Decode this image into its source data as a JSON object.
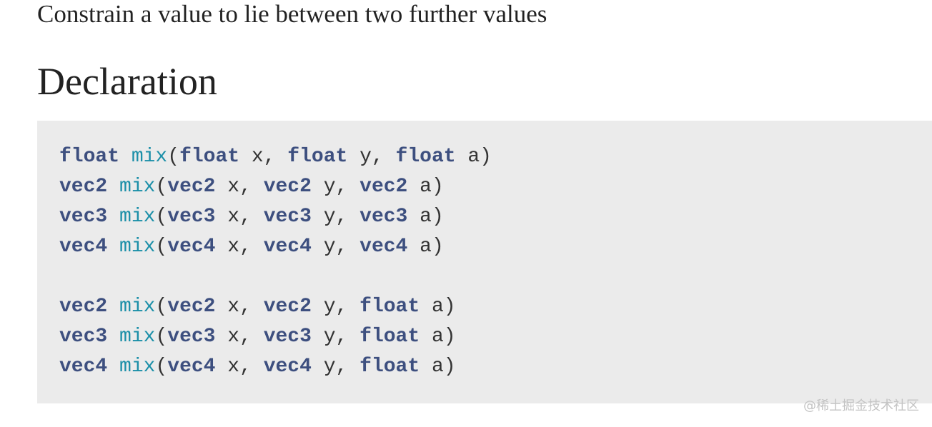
{
  "page": {
    "subtitle": "Constrain a value to lie between two further values",
    "heading": "Declaration",
    "watermark": "@稀土掘金技术社区"
  },
  "code": {
    "lines": [
      [
        [
          "kw",
          "float"
        ],
        [
          "plain",
          " "
        ],
        [
          "fn",
          "mix"
        ],
        [
          "plain",
          "("
        ],
        [
          "kw",
          "float"
        ],
        [
          "plain",
          " x, "
        ],
        [
          "kw",
          "float"
        ],
        [
          "plain",
          " y, "
        ],
        [
          "kw",
          "float"
        ],
        [
          "plain",
          " a)"
        ]
      ],
      [
        [
          "kw",
          "vec2"
        ],
        [
          "plain",
          " "
        ],
        [
          "fn",
          "mix"
        ],
        [
          "plain",
          "("
        ],
        [
          "kw",
          "vec2"
        ],
        [
          "plain",
          " x, "
        ],
        [
          "kw",
          "vec2"
        ],
        [
          "plain",
          " y, "
        ],
        [
          "kw",
          "vec2"
        ],
        [
          "plain",
          " a)"
        ]
      ],
      [
        [
          "kw",
          "vec3"
        ],
        [
          "plain",
          " "
        ],
        [
          "fn",
          "mix"
        ],
        [
          "plain",
          "("
        ],
        [
          "kw",
          "vec3"
        ],
        [
          "plain",
          " x, "
        ],
        [
          "kw",
          "vec3"
        ],
        [
          "plain",
          " y, "
        ],
        [
          "kw",
          "vec3"
        ],
        [
          "plain",
          " a)"
        ]
      ],
      [
        [
          "kw",
          "vec4"
        ],
        [
          "plain",
          " "
        ],
        [
          "fn",
          "mix"
        ],
        [
          "plain",
          "("
        ],
        [
          "kw",
          "vec4"
        ],
        [
          "plain",
          " x, "
        ],
        [
          "kw",
          "vec4"
        ],
        [
          "plain",
          " y, "
        ],
        [
          "kw",
          "vec4"
        ],
        [
          "plain",
          " a)"
        ]
      ],
      [],
      [
        [
          "kw",
          "vec2"
        ],
        [
          "plain",
          " "
        ],
        [
          "fn",
          "mix"
        ],
        [
          "plain",
          "("
        ],
        [
          "kw",
          "vec2"
        ],
        [
          "plain",
          " x, "
        ],
        [
          "kw",
          "vec2"
        ],
        [
          "plain",
          " y, "
        ],
        [
          "kw",
          "float"
        ],
        [
          "plain",
          " a)"
        ]
      ],
      [
        [
          "kw",
          "vec3"
        ],
        [
          "plain",
          " "
        ],
        [
          "fn",
          "mix"
        ],
        [
          "plain",
          "("
        ],
        [
          "kw",
          "vec3"
        ],
        [
          "plain",
          " x, "
        ],
        [
          "kw",
          "vec3"
        ],
        [
          "plain",
          " y, "
        ],
        [
          "kw",
          "float"
        ],
        [
          "plain",
          " a)"
        ]
      ],
      [
        [
          "kw",
          "vec4"
        ],
        [
          "plain",
          " "
        ],
        [
          "fn",
          "mix"
        ],
        [
          "plain",
          "("
        ],
        [
          "kw",
          "vec4"
        ],
        [
          "plain",
          " x, "
        ],
        [
          "kw",
          "vec4"
        ],
        [
          "plain",
          " y, "
        ],
        [
          "kw",
          "float"
        ],
        [
          "plain",
          " a)"
        ]
      ]
    ]
  },
  "colors": {
    "keyword": "#3d4f7f",
    "function": "#1b8fa8",
    "text": "#333333",
    "code_background": "#ebebeb"
  }
}
